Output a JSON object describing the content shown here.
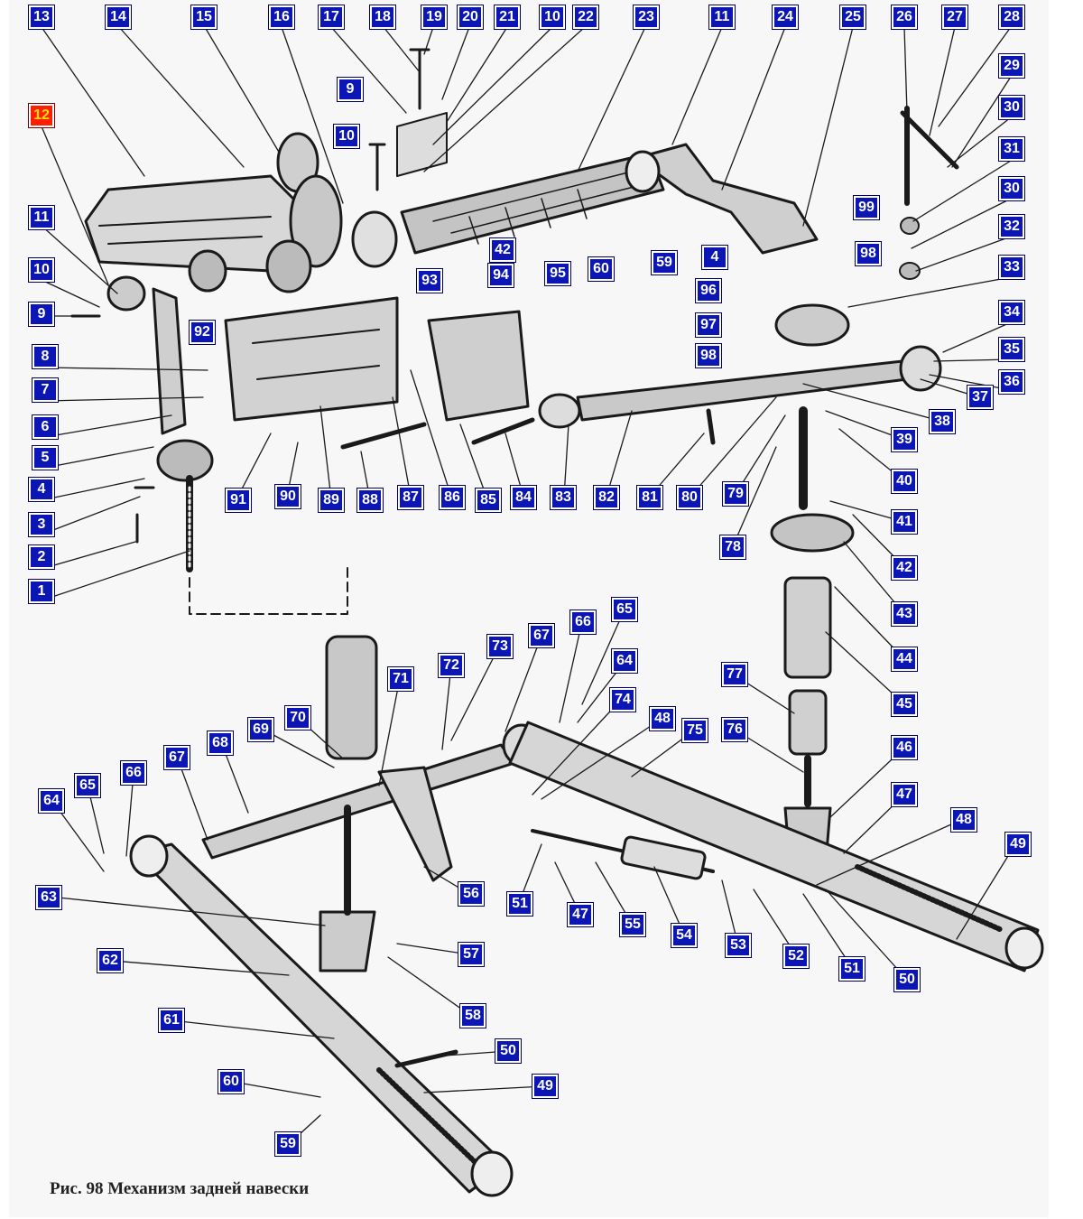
{
  "caption": "Рис. 98  Механизм задней навески",
  "selected_callout": "12",
  "colors": {
    "callout_bg": "#0b16b4",
    "callout_selected_bg": "#ff1e00",
    "callout_selected_text": "#ffe000",
    "ink": "#1a1a1a"
  },
  "callouts": [
    "13",
    "14",
    "15",
    "16",
    "17",
    "18",
    "19",
    "20",
    "21",
    "10",
    "22",
    "23",
    "11",
    "24",
    "25",
    "26",
    "27",
    "28",
    "12",
    "9",
    "10",
    "29",
    "30",
    "31",
    "30",
    "32",
    "11",
    "42",
    "99",
    "98",
    "4",
    "33",
    "10",
    "93",
    "94",
    "95",
    "60",
    "59",
    "96",
    "34",
    "9",
    "92",
    "97",
    "35",
    "36",
    "98",
    "37",
    "38",
    "39",
    "8",
    "7",
    "6",
    "5",
    "4",
    "3",
    "2",
    "1",
    "91",
    "90",
    "89",
    "88",
    "87",
    "86",
    "85",
    "84",
    "83",
    "82",
    "81",
    "80",
    "79",
    "40",
    "41",
    "42",
    "78",
    "43",
    "44",
    "45",
    "65",
    "66",
    "64",
    "74",
    "77",
    "67",
    "73",
    "72",
    "71",
    "70",
    "69",
    "48",
    "75",
    "76",
    "46",
    "68",
    "67",
    "66",
    "65",
    "64",
    "47",
    "48",
    "49",
    "63",
    "56",
    "51",
    "47",
    "55",
    "54",
    "53",
    "52",
    "51",
    "50",
    "57",
    "62",
    "58",
    "61",
    "50",
    "49",
    "60",
    "59"
  ]
}
